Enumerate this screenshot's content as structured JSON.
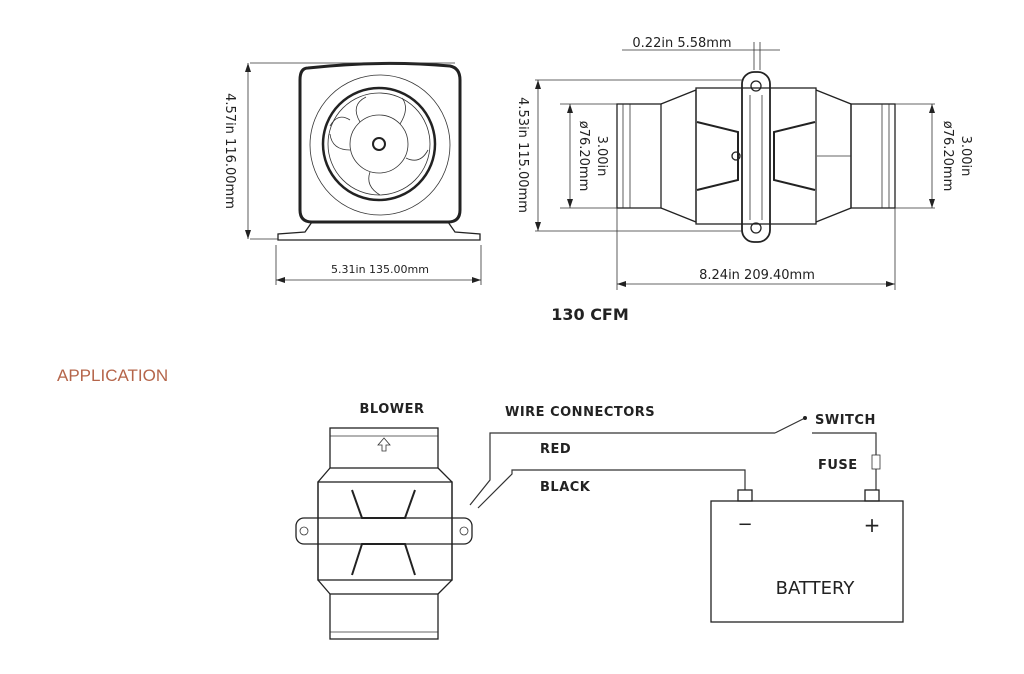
{
  "front_view": {
    "height_label": "4.57in  116.00mm",
    "width_label": "5.31in  135.00mm"
  },
  "side_view": {
    "flange_label": "0.22in  5.58mm",
    "height_label": "4.53in  115.00mm",
    "left_diameter": {
      "in": "3.00in",
      "mm": "ø76.20mm"
    },
    "right_diameter": {
      "in": "3.00in",
      "mm": "ø76.20mm"
    },
    "length_label": "8.24in  209.40mm"
  },
  "airflow": "130 CFM",
  "section_title": "APPLICATION",
  "wiring": {
    "blower": "BLOWER",
    "wire_connectors": "WIRE  CONNECTORS",
    "red": "RED",
    "black": "BLACK",
    "switch": "SWITCH",
    "fuse": "FUSE",
    "battery": "BATTERY",
    "negative": "−",
    "positive": "+"
  }
}
